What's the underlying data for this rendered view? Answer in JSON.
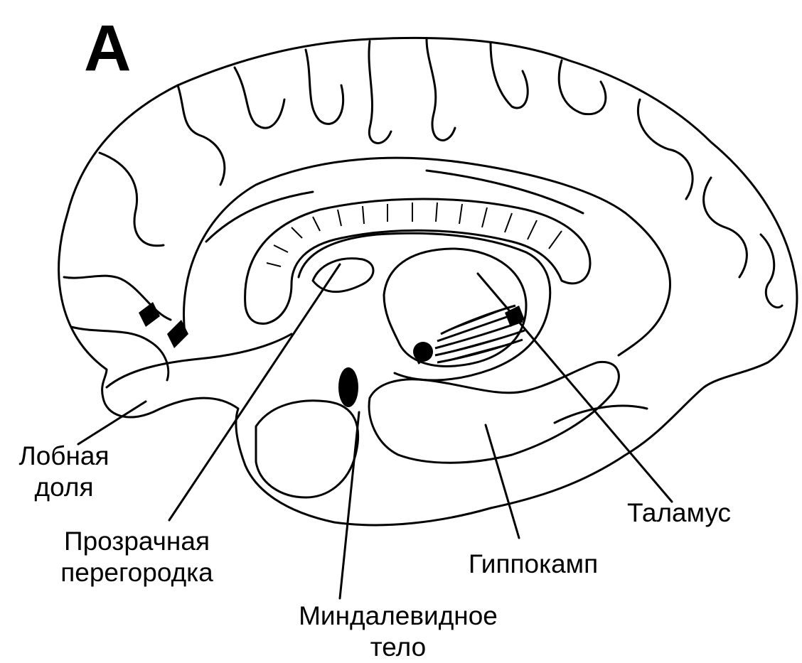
{
  "panel": {
    "letter": "A"
  },
  "labels": {
    "frontal_lobe": [
      "Лобная",
      "доля"
    ],
    "septum": [
      "Прозрачная",
      "перегородка"
    ],
    "amygdala": [
      "Миндалевидное",
      "тело"
    ],
    "hippocampus": [
      "Гиппокамп"
    ],
    "thalamus": [
      "Таламус"
    ]
  },
  "colors": {
    "ink": "#000000",
    "background": "#ffffff"
  }
}
